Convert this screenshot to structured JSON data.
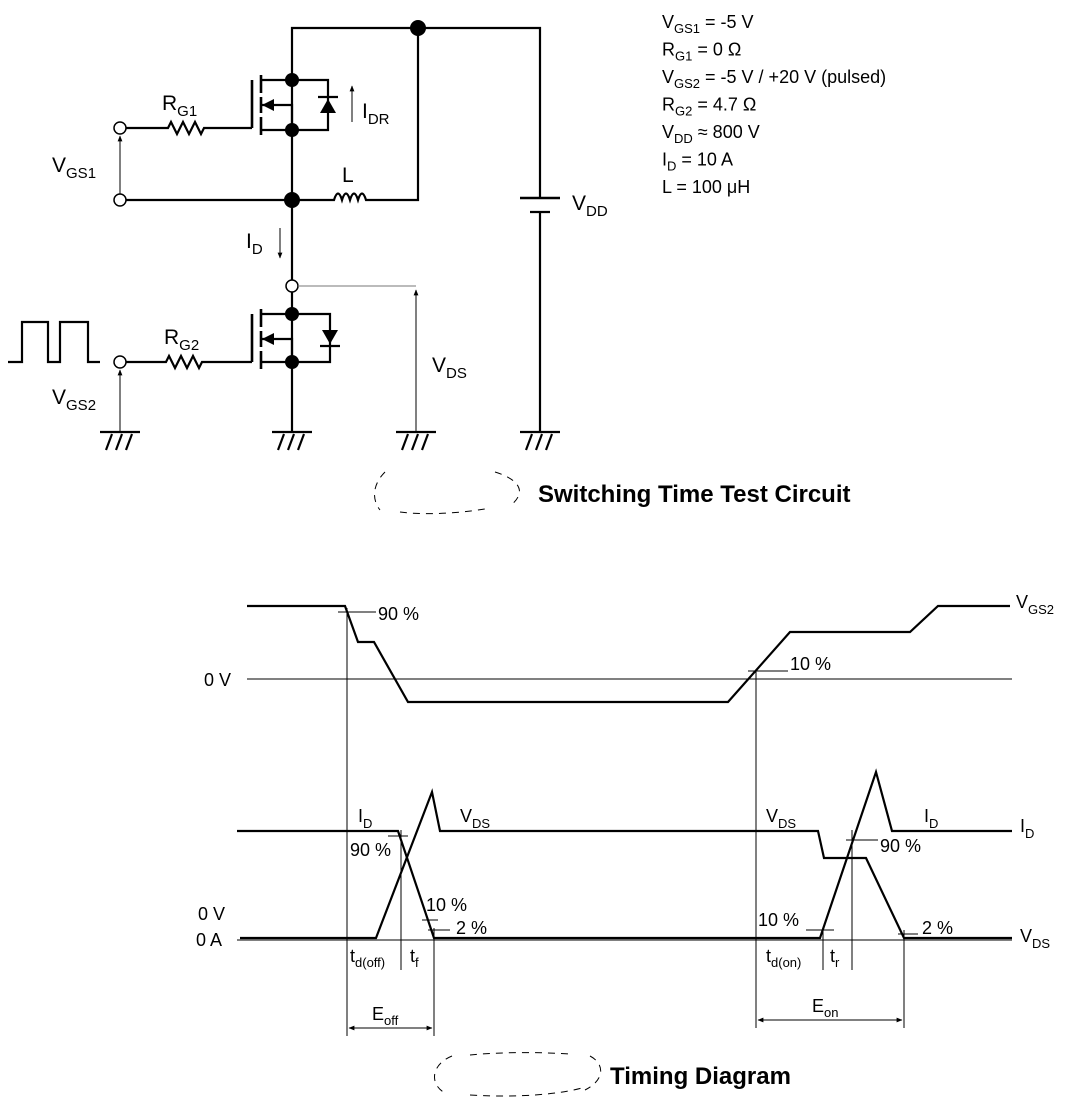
{
  "circuit": {
    "parameters": [
      {
        "main": "V",
        "sub": "GS1",
        "rest": " = -5 V"
      },
      {
        "main": "R",
        "sub": "G1",
        "rest": " = 0 Ω"
      },
      {
        "main": "V",
        "sub": "GS2",
        "rest": " = -5 V / +20 V (pulsed)"
      },
      {
        "main": "R",
        "sub": "G2",
        "rest": " = 4.7 Ω"
      },
      {
        "main": "V",
        "sub": "DD",
        "rest": " ≈ 800 V"
      },
      {
        "main": "I",
        "sub": "D",
        "rest": " = 10 A"
      },
      {
        "main": "L",
        "sub": "",
        "rest": " = 100 μH"
      }
    ],
    "labels": {
      "rg1": "R",
      "rg1_sub": "G1",
      "vgs1": "V",
      "vgs1_sub": "GS1",
      "idr": "I",
      "idr_sub": "DR",
      "inductor": "L",
      "vdd": "V",
      "vdd_sub": "DD",
      "id": "I",
      "id_sub": "D",
      "rg2": "R",
      "rg2_sub": "G2",
      "vgs2": "V",
      "vgs2_sub": "GS2",
      "vds": "V",
      "vds_sub": "DS"
    },
    "title": "Switching Time Test Circuit"
  },
  "timing": {
    "title": "Timing Diagram",
    "labels": {
      "vgs2": "V",
      "vgs2_sub": "GS2",
      "p90_gate": "90 %",
      "p10_gate": "10 %",
      "zero_v_gate": "0 V",
      "id_left": "I",
      "id_left_sub": "D",
      "vds_left": "V",
      "vds_left_sub": "DS",
      "p90_left": "90 %",
      "p10_left": "10 %",
      "p2_left": "2 %",
      "zero_v": "0 V",
      "zero_a": "0 A",
      "vds_right": "V",
      "vds_right_sub": "DS",
      "id_right": "I",
      "id_right_sub": "D",
      "id_end": "I",
      "id_end_sub": "D",
      "p90_right": "90 %",
      "p10_right": "10 %",
      "p2_right": "2 %",
      "vds_end": "V",
      "vds_end_sub": "DS",
      "td_off": "t",
      "td_off_sub": "d(off)",
      "tf": "t",
      "tf_sub": "f",
      "td_on": "t",
      "td_on_sub": "d(on)",
      "tr": "t",
      "tr_sub": "r",
      "eoff": "E",
      "eoff_sub": "off",
      "eon": "E",
      "eon_sub": "on"
    }
  }
}
